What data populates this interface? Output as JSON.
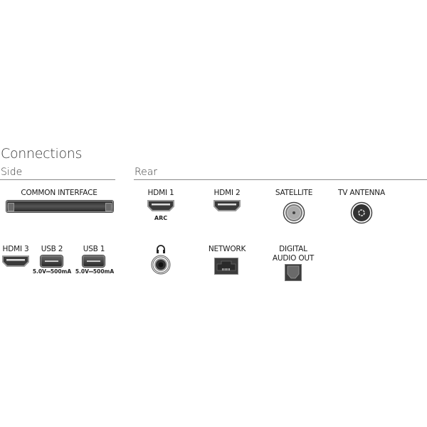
{
  "title": "Connections",
  "sections": {
    "side": {
      "label": "Side"
    },
    "rear": {
      "label": "Rear"
    }
  },
  "side_ports": {
    "common_interface": {
      "label": "COMMON INTERFACE"
    },
    "hdmi3": {
      "label": "HDMI 3"
    },
    "usb2": {
      "label": "USB 2",
      "spec": "5.0V⎓500mA"
    },
    "usb1": {
      "label": "USB 1",
      "spec": "5.0V⎓500mA"
    }
  },
  "rear_ports": {
    "hdmi1": {
      "label": "HDMI 1",
      "sub": "ARC"
    },
    "hdmi2": {
      "label": "HDMI 2"
    },
    "satellite": {
      "label": "SATELLITE"
    },
    "tv_antenna": {
      "label": "TV ANTENNA"
    },
    "headphone": {
      "icon": "headphones-icon"
    },
    "network": {
      "label": "NETWORK"
    },
    "digital_audio": {
      "label_line1": "DIGITAL",
      "label_line2": "AUDIO OUT"
    }
  },
  "colors": {
    "rule": "#8a8a8a",
    "port_dark": "#2b2b2b",
    "port_border": "#999999"
  }
}
